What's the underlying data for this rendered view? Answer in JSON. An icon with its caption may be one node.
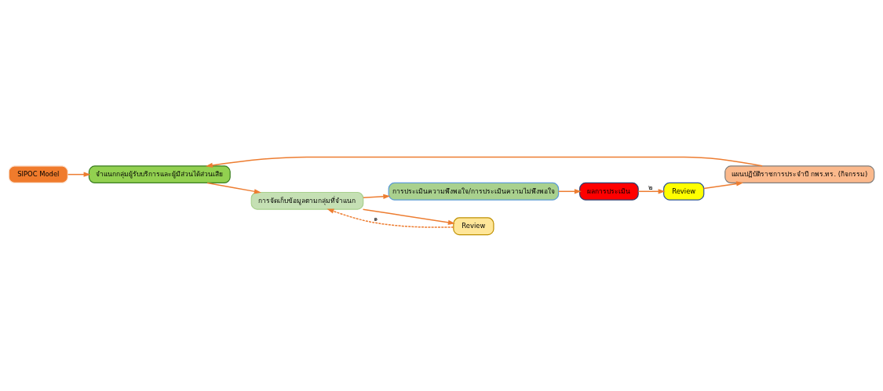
{
  "diagram": {
    "nodes": [
      {
        "text": [
          "SIPOC Model"
        ]
      },
      {
        "text": [
          "แผนปฏิบัติราชการประจำปี กพร.ทร. (กิจกรรม)"
        ]
      },
      {
        "text": [
          "จำแนกกลุ่มผู้รับบริการและผู้มีส่วนได้ส่วนเสีย"
        ]
      },
      {
        "text": [
          "Review"
        ]
      },
      {
        "text": [
          "ผลการประเมิน"
        ]
      },
      {
        "text": [
          "การประเมินความพึงพอใจ/การประเมินความไม่พึงพอใจ"
        ]
      },
      {
        "text": [
          "การจัดเก็บข้อมูลตามกลุ่มที่จำแนก"
        ]
      },
      {
        "text": [
          "Review"
        ]
      }
    ],
    "edges": [
      {
        "from": 0,
        "to": 2,
        "arrow": "to"
      },
      {
        "from": 1,
        "to": 2,
        "arrow": "to"
      },
      {
        "from": 2,
        "to": 6,
        "arrow": "to"
      },
      {
        "from": 6,
        "to": 5,
        "arrow": "to"
      },
      {
        "from": 5,
        "to": 4,
        "arrow": "to"
      },
      {
        "from": 4,
        "to": 3,
        "arrow": "to",
        "label": "๒"
      },
      {
        "from": 3,
        "to": 1,
        "arrow": "to"
      },
      {
        "from": 6,
        "to": 7,
        "arrow": "to"
      },
      {
        "from": 7,
        "to": 6,
        "arrow": "to",
        "style": "dashed",
        "label": "๑"
      }
    ]
  }
}
